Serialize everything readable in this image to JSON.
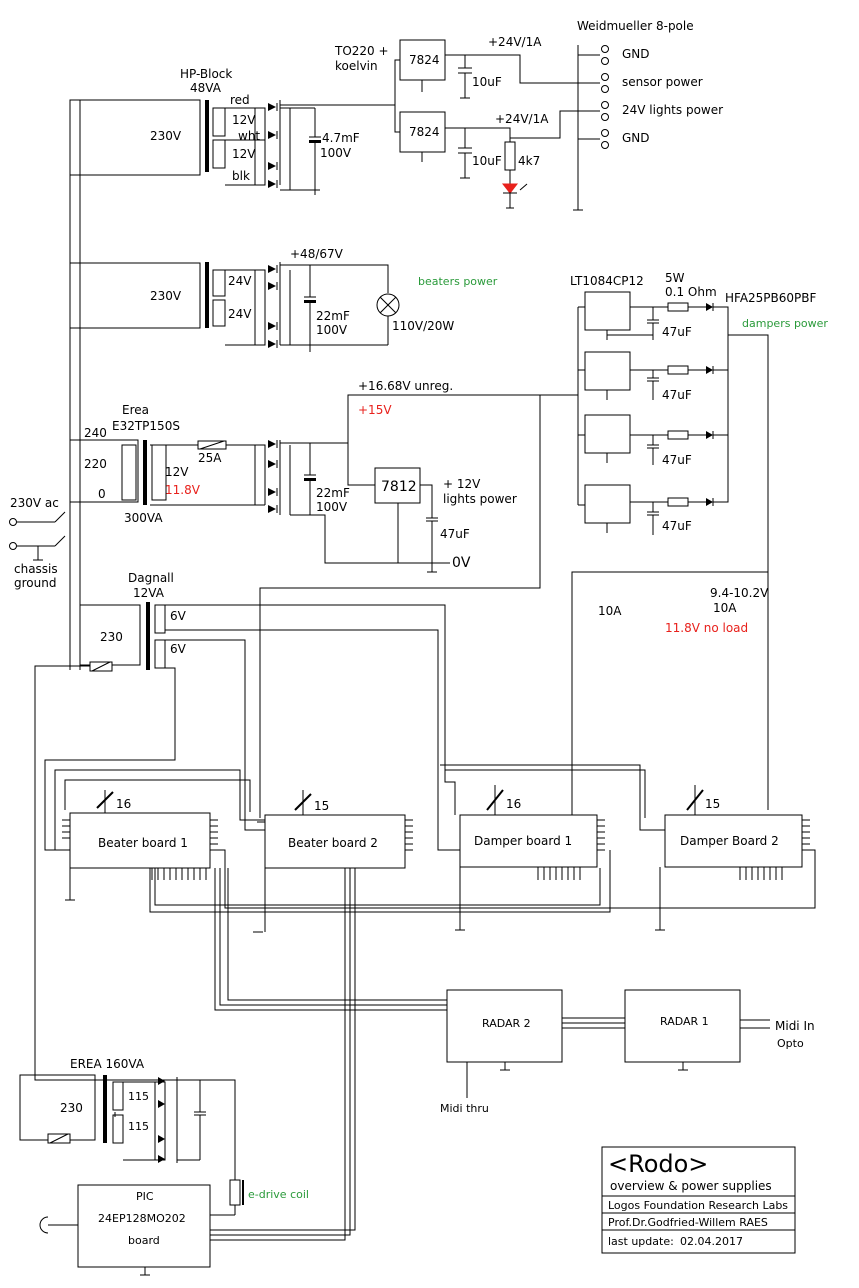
{
  "title_block": {
    "title": "<Rodo>",
    "subtitle": "overview & power supplies",
    "org": "Logos Foundation Research Labs",
    "author": "Prof.Dr.Godfried-Willem RAES",
    "update_label": "last update:",
    "update_date": "02.04.2017"
  },
  "top_supply": {
    "regulator_type": "TO220 +",
    "regulator_mount": "koelvin",
    "reg1": "7824",
    "reg2": "7824",
    "out1": "+24V/1A",
    "out2": "+24V/1A",
    "cap1": "10uF",
    "cap2": "10uF",
    "resistor": "4k7",
    "connector": "Weidmueller 8-pole",
    "pins": [
      "GND",
      "sensor power",
      "24V lights power",
      "GND"
    ],
    "transformer_name": "HP-Block",
    "transformer_va": "48VA",
    "primary": "230V",
    "sec1": "12V",
    "sec2": "12V",
    "wire_red": "red",
    "wire_wht": "wht",
    "wire_blk": "blk",
    "filter_cap_value": "4.7mF",
    "filter_cap_voltage": "100V"
  },
  "beater_supply": {
    "primary": "230V",
    "sec1": "24V",
    "sec2": "24V",
    "voltage": "+48/67V",
    "cap_value": "22mF",
    "cap_voltage": "100V",
    "lamp": "110V/20W",
    "label": "beaters power"
  },
  "damper_regs": {
    "regulator": "LT1084CP12",
    "res_power": "5W",
    "res_value": "0.1 Ohm",
    "diode": "HFA25PB60PBF",
    "label": "dampers power",
    "caps": [
      "47uF",
      "47uF",
      "47uF",
      "47uF"
    ],
    "voltage_range": "9.4-10.2V",
    "current": "10A",
    "no_load": "11.8V no load",
    "current_left": "10A"
  },
  "erea_supply": {
    "name": "Erea",
    "model": "E32TP150S",
    "taps": [
      "240",
      "220",
      "0"
    ],
    "va": "300VA",
    "secondary": "12V",
    "secondary_measured": "11.8V",
    "fuse": "25A",
    "unreg": "+16.68V unreg.",
    "measured": "+15V",
    "regulator": "7812",
    "cap_value": "22mF",
    "cap_voltage": "100V",
    "out_label": "+ 12V",
    "out_label2": "lights power",
    "out_cap": "47uF",
    "ground": "0V"
  },
  "mains": {
    "label": "230V ac",
    "ground1": "chassis",
    "ground2": "ground"
  },
  "dagnall": {
    "name": "Dagnall",
    "va": "12VA",
    "primary": "230",
    "sec1": "6V",
    "sec2": "6V"
  },
  "boards": {
    "beater1": "Beater board 1",
    "beater2": "Beater board 2",
    "damper1": "Damper board 1",
    "damper2": "Damper Board 2",
    "bus_widths": [
      "16",
      "15",
      "16",
      "15"
    ]
  },
  "radar": {
    "radar2": "RADAR 2",
    "radar1": "RADAR 1",
    "midi_in": "Midi In",
    "opto": "Opto",
    "midi_thru": "Midi thru"
  },
  "erea160": {
    "name": "EREA 160VA",
    "primary": "230",
    "sec1": "115",
    "sec2": "115",
    "coil_label": "e-drive coil"
  },
  "pic": {
    "line1": "PIC",
    "line2": "24EP128MO202",
    "line3": "board"
  },
  "colors": {
    "annotation_red": "#e8211c",
    "annotation_green": "#2a9a3a"
  }
}
